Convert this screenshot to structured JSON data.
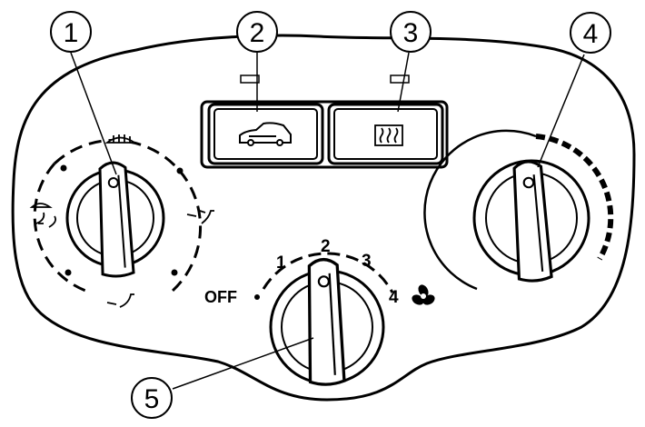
{
  "callouts": [
    {
      "number": "1",
      "target": "mode-selector-knob"
    },
    {
      "number": "2",
      "target": "recirculation-button"
    },
    {
      "number": "3",
      "target": "rear-defrost-button"
    },
    {
      "number": "4",
      "target": "temperature-knob"
    },
    {
      "number": "5",
      "target": "fan-speed-knob"
    }
  ],
  "fan_speed": {
    "off_label": "OFF",
    "speeds": [
      "1",
      "2",
      "3",
      "4"
    ],
    "icon": "fan-icon"
  },
  "buttons": [
    {
      "name": "recirculation-button",
      "icon": "car-recirculation-icon"
    },
    {
      "name": "rear-defrost-button",
      "icon": "rear-window-heater-icon"
    }
  ],
  "mode_icons": [
    "windshield-defrost-icon",
    "defrost-feet-icon",
    "face-vent-icon",
    "feet-vent-icon"
  ],
  "temperature_scale": {
    "cold_marks": "solid-arc",
    "hot_marks": "dashed-arc"
  },
  "colors": {
    "line": "#000000",
    "background": "#ffffff"
  }
}
